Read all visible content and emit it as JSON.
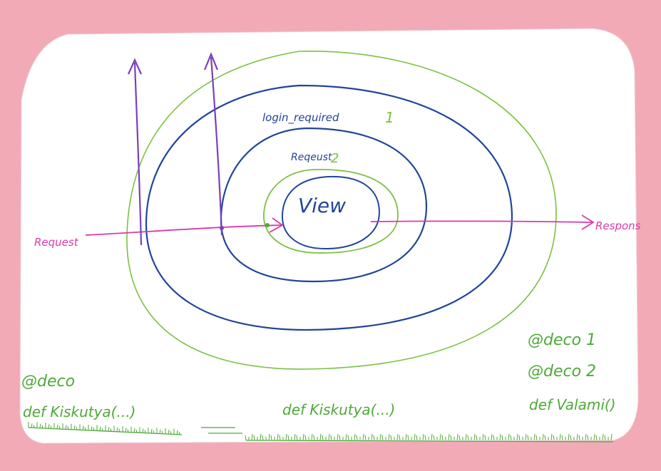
{
  "labels": {
    "request": "Request",
    "response": "Respons",
    "login_required": "login_required",
    "login_required_num": "1",
    "reqeust": "Reqeust",
    "reqeust_num": "2",
    "view": "View"
  },
  "code_left": {
    "decorator": "@deco",
    "def": "def Kiskutya(...)"
  },
  "code_center": {
    "def": "def Kiskutya(...)"
  },
  "code_right": {
    "deco1": "@deco 1",
    "deco2": "@deco 2",
    "def": "def Valami()"
  },
  "colors": {
    "background": "#f2aab6",
    "paper": "#ffffff",
    "blue": "#22449a",
    "green": "#7cc043",
    "magenta": "#d93aa8",
    "purple": "#7a3fbf",
    "grass": "#4fa838"
  }
}
